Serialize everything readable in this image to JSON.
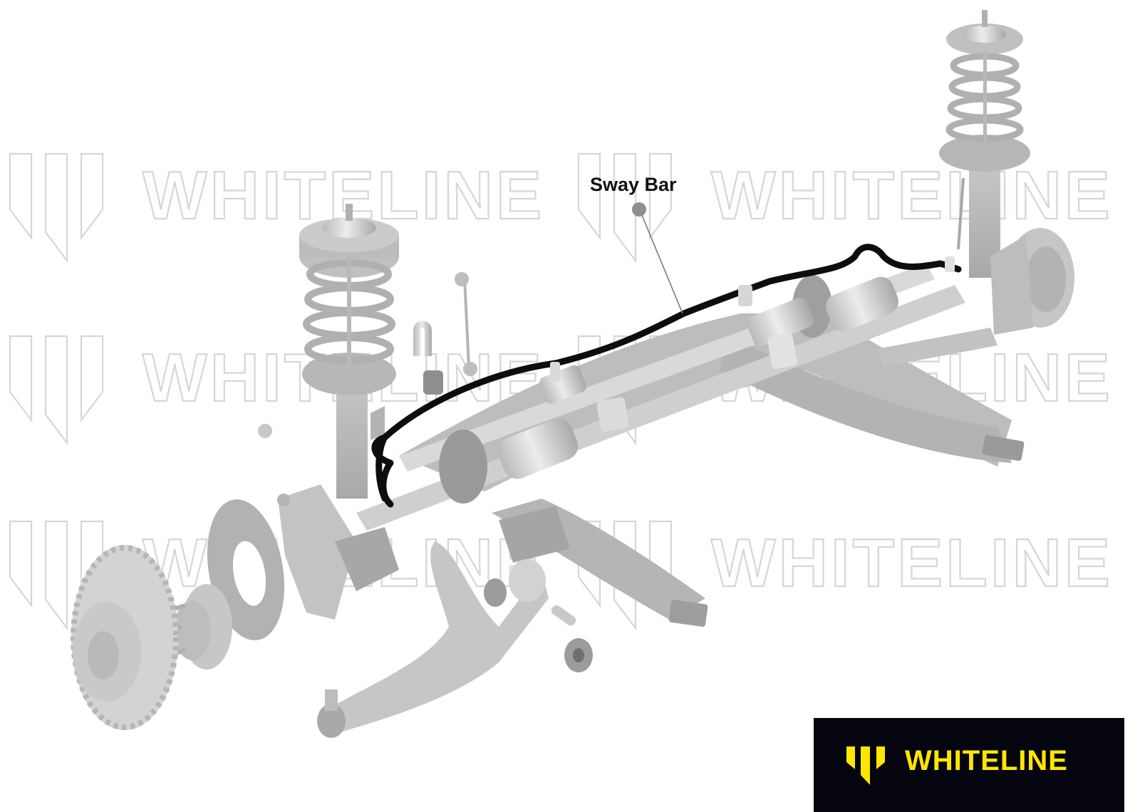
{
  "diagram": {
    "type": "exploded-assembly",
    "subject": "Front suspension assembly",
    "background_color": "#ffffff",
    "part_color": "#c4c4c4",
    "highlight_color": "#0d0d0d",
    "watermark": {
      "text": "WHITELINE",
      "color": "#d6d6d6",
      "rows": 3,
      "repeats_per_row": 2
    },
    "callouts": [
      {
        "label": "Sway Bar",
        "marker": "grey-dot-leader-line",
        "marker_color": "#8f8f8f"
      }
    ],
    "components": [
      "coil-spring-strut-left",
      "coil-spring-strut-right",
      "sway-bar",
      "sway-bar-bushing-bracket",
      "sway-bar-bushing",
      "sway-bar-end-link",
      "steering-rack",
      "drive-shaft",
      "crossmember",
      "lower-control-arm",
      "control-arm-bushings",
      "steering-knuckle",
      "brake-rotor",
      "wheel-hub",
      "dust-shield",
      "flange-nut"
    ]
  },
  "brand_badge": {
    "text": "WHITELINE",
    "background": "#05050f",
    "text_color": "#ffe600"
  }
}
